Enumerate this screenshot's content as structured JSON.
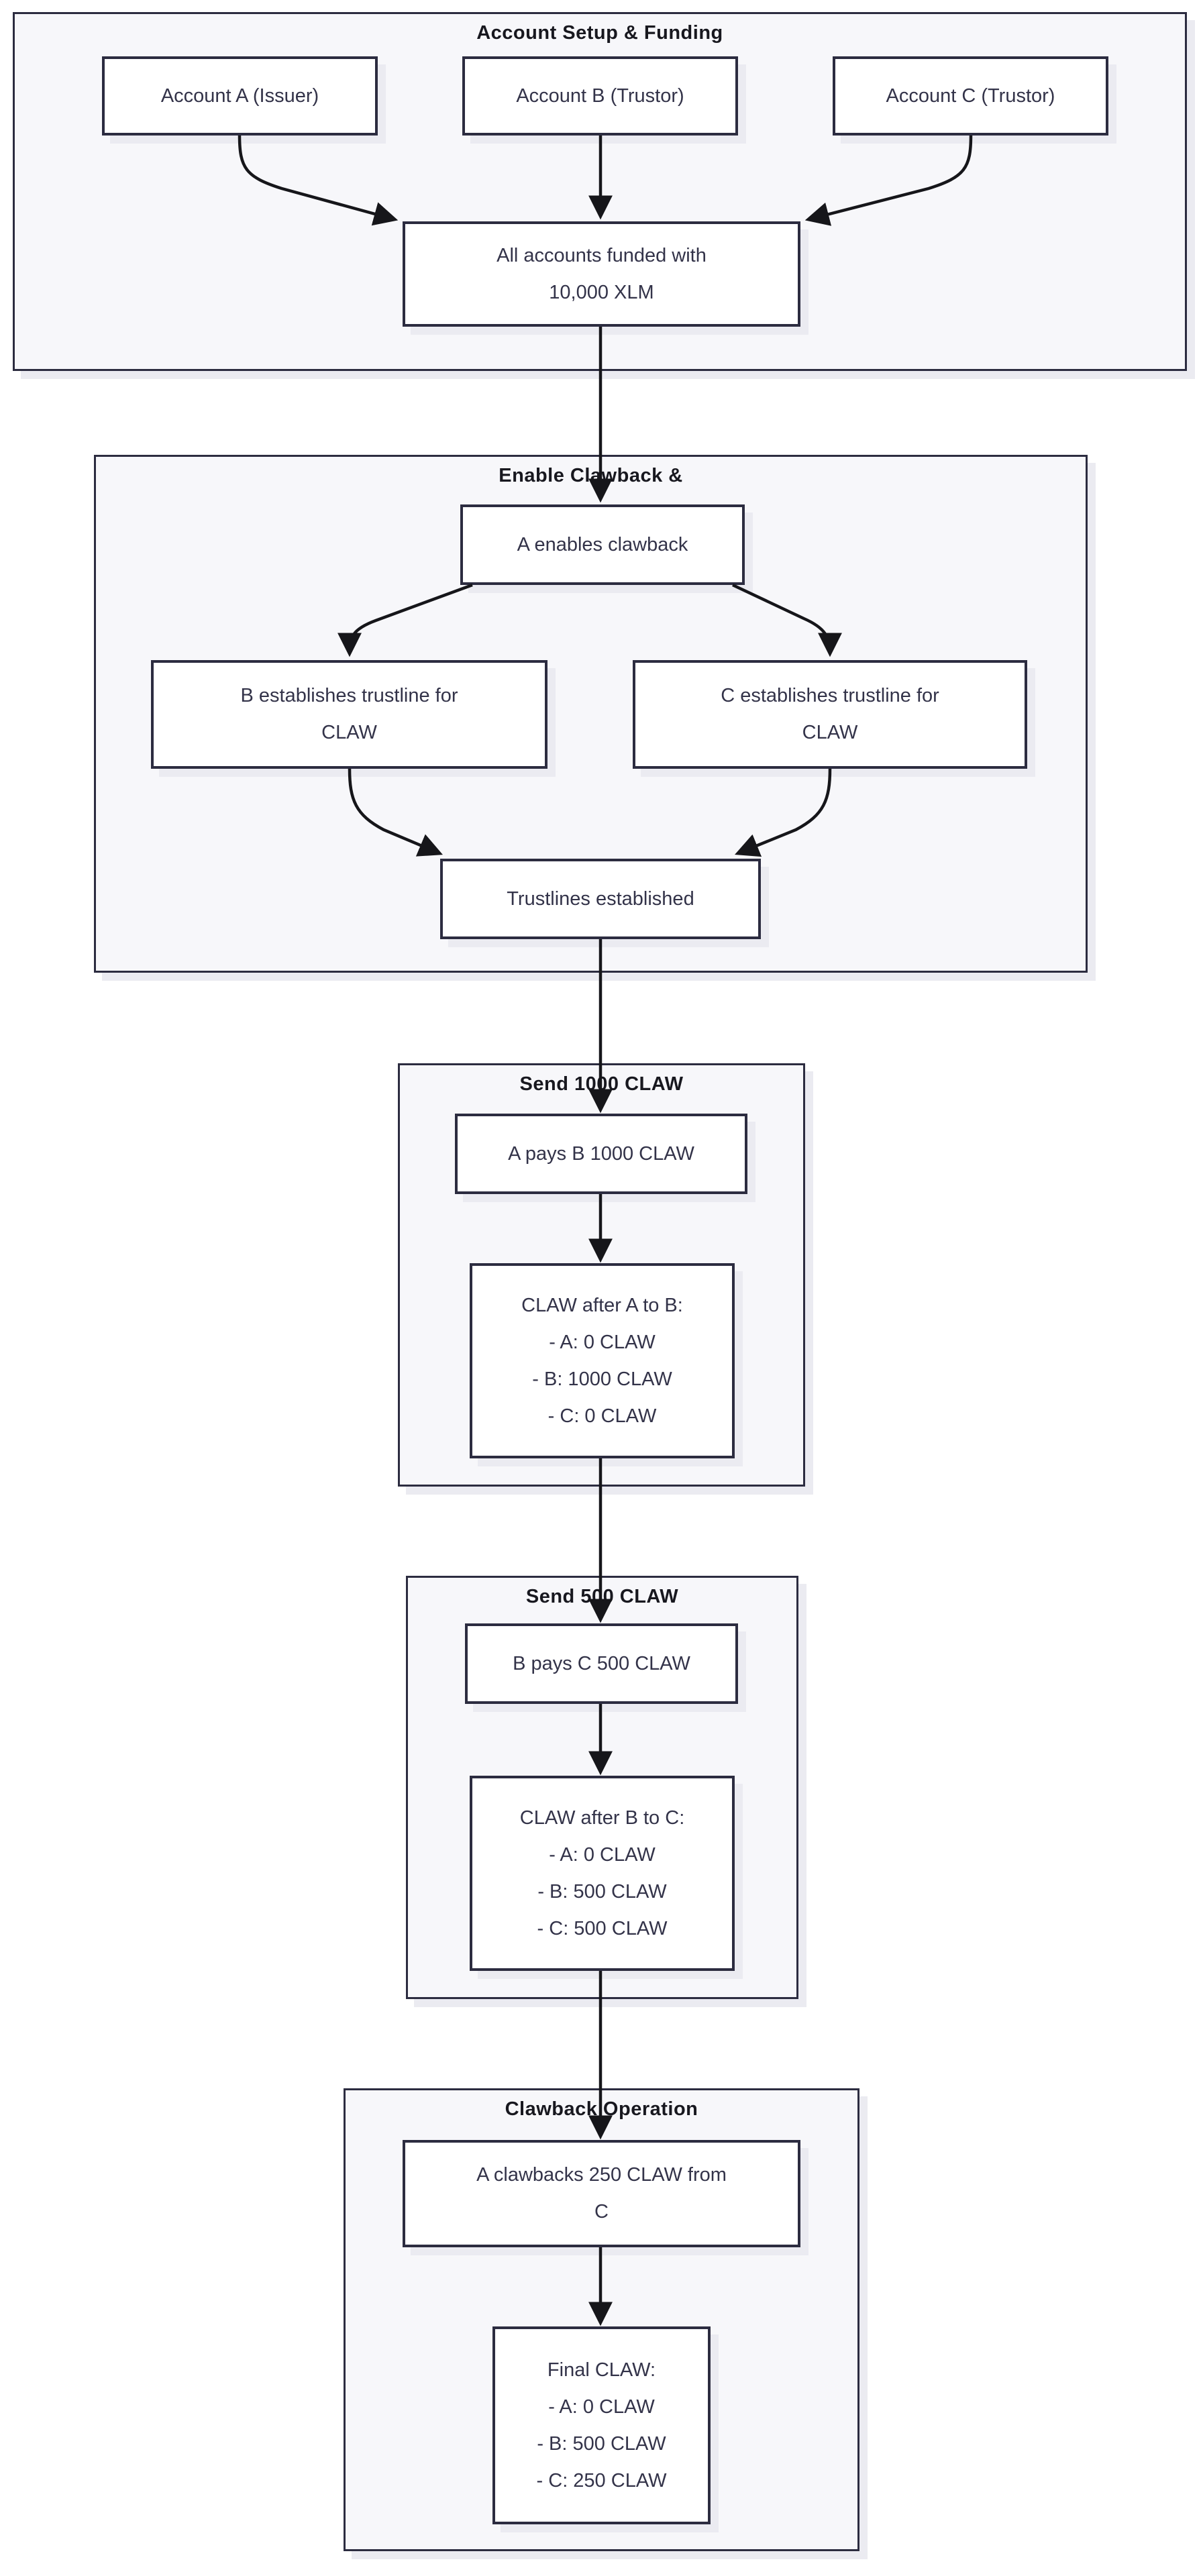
{
  "colors": {
    "node_border": "#2c2c40",
    "node_fill": "#ffffff",
    "section_fill": "#f7f7fa",
    "text": "#333349",
    "title": "#18181f",
    "edge": "#16161a",
    "shadow": "#ebebf1",
    "background": "#ffffff"
  },
  "sections": [
    {
      "title": "Account Setup & Funding"
    },
    {
      "title": "Enable Clawback &"
    },
    {
      "title": "Send 1000 CLAW"
    },
    {
      "title": "Send 500 CLAW"
    },
    {
      "title": "Clawback Operation"
    }
  ],
  "nodes": {
    "account_a": {
      "label": "Account A (Issuer)"
    },
    "account_b": {
      "label": "Account B (Trustor)"
    },
    "account_c": {
      "label": "Account C (Trustor)"
    },
    "funded": {
      "lines": [
        "All accounts funded with",
        "10,000 XLM"
      ]
    },
    "enable": {
      "label": "A enables clawback"
    },
    "b_trustline": {
      "lines": [
        "B establishes trustline for",
        "CLAW"
      ]
    },
    "c_trustline": {
      "lines": [
        "C establishes trustline for",
        "CLAW"
      ]
    },
    "trustlines_established": {
      "label": "Trustlines established"
    },
    "pay_ab": {
      "label": "A pays B 1000 CLAW"
    },
    "balances_ab": {
      "lines": [
        "CLAW after A to B:",
        "- A: 0 CLAW",
        "- B: 1000 CLAW",
        "- C: 0 CLAW"
      ]
    },
    "pay_bc": {
      "label": "B pays C 500 CLAW"
    },
    "balances_bc": {
      "lines": [
        "CLAW after B to C:",
        "- A: 0 CLAW",
        "- B: 500 CLAW",
        "- C: 500 CLAW"
      ]
    },
    "clawback": {
      "lines": [
        "A clawbacks 250 CLAW from",
        "C"
      ]
    },
    "final": {
      "lines": [
        "Final CLAW:",
        "- A: 0 CLAW",
        "- B: 500 CLAW",
        "- C: 250 CLAW"
      ]
    }
  }
}
